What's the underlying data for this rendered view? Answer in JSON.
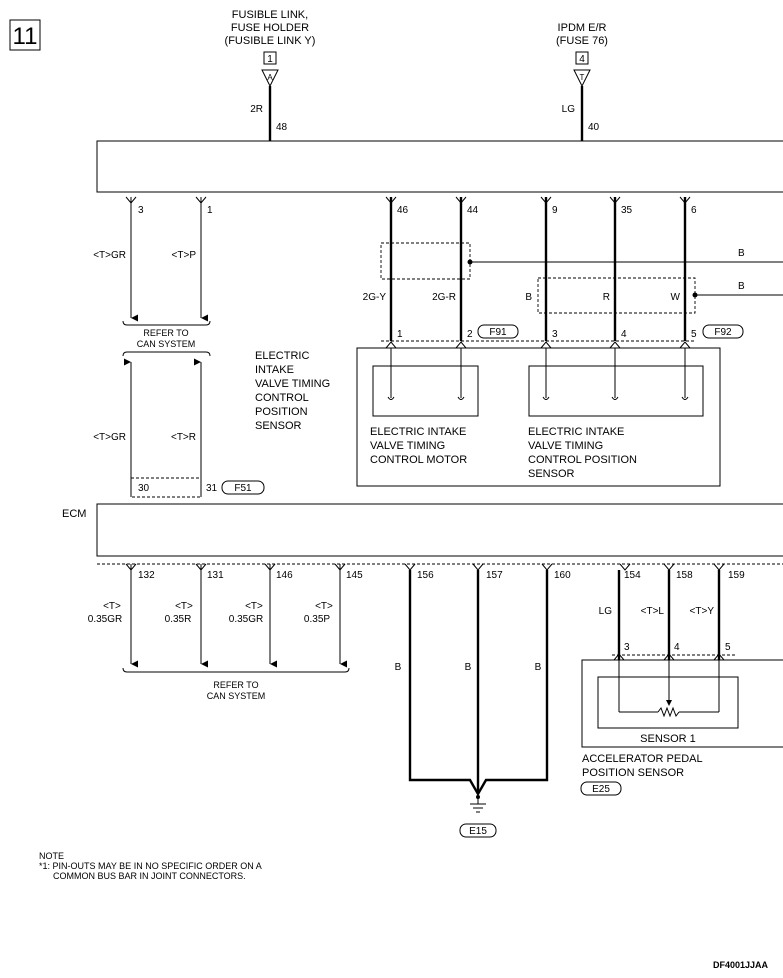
{
  "page_number": "11",
  "top_sources": [
    {
      "lines": [
        "FUSIBLE LINK,",
        "FUSE HOLDER",
        "(FUSIBLE LINK Y)"
      ],
      "box_no": "1",
      "letter": "A",
      "wire": "2R",
      "pin": "48"
    },
    {
      "lines": [
        "IPDM E/R",
        "(FUSE 76)"
      ],
      "box_no": "4",
      "letter": "T",
      "wire": "LG",
      "pin": "40"
    }
  ],
  "ecm_label": "ECM",
  "upper_pins": {
    "can": [
      {
        "pin": "3",
        "wire": "<T>GR"
      },
      {
        "pin": "1",
        "wire": "<T>P"
      }
    ],
    "motor": [
      {
        "pin": "46",
        "wire": "2G-Y",
        "term": "1"
      },
      {
        "pin": "44",
        "wire": "2G-R",
        "term": "2"
      }
    ],
    "sensor": [
      {
        "pin": "9",
        "wire": "B",
        "term": "3"
      },
      {
        "pin": "35",
        "wire": "R",
        "term": "4"
      },
      {
        "pin": "6",
        "wire": "W",
        "term": "5"
      }
    ],
    "shield_wires": [
      "B",
      "B"
    ]
  },
  "connectors": {
    "f91": "F91",
    "f92": "F92",
    "f51": "F51",
    "e25": "E25",
    "e15": "E15"
  },
  "refer_label": [
    "REFER TO",
    "CAN SYSTEM"
  ],
  "lower_can": [
    {
      "pin": "30",
      "wire": "<T>GR"
    },
    {
      "pin": "31",
      "wire": "<T>R"
    }
  ],
  "component_title": [
    "ELECTRIC",
    "INTAKE",
    "VALVE TIMING",
    "CONTROL",
    "POSITION",
    "SENSOR"
  ],
  "motor_label": [
    "ELECTRIC INTAKE",
    "VALVE TIMING",
    "CONTROL MOTOR"
  ],
  "sensor_label": [
    "ELECTRIC INTAKE",
    "VALVE TIMING",
    "CONTROL POSITION",
    "SENSOR"
  ],
  "bottom_can": [
    {
      "pin": "132",
      "wire_top": "<T>",
      "wire": "0.35GR"
    },
    {
      "pin": "131",
      "wire_top": "<T>",
      "wire": "0.35R"
    },
    {
      "pin": "146",
      "wire_top": "<T>",
      "wire": "0.35GR"
    },
    {
      "pin": "145",
      "wire_top": "<T>",
      "wire": "0.35P"
    }
  ],
  "ground_pins": [
    {
      "pin": "156",
      "wire": "B"
    },
    {
      "pin": "157",
      "wire": "B"
    },
    {
      "pin": "160",
      "wire": "B"
    }
  ],
  "app_pins": [
    {
      "pin": "154",
      "wire": "LG",
      "term": "3"
    },
    {
      "pin": "158",
      "wire": "<T>L",
      "term": "4"
    },
    {
      "pin": "159",
      "wire": "<T>Y",
      "term": "5"
    }
  ],
  "sensor1_label": "SENSOR 1",
  "app_label": [
    "ACCELERATOR PEDAL",
    "POSITION SENSOR"
  ],
  "note": [
    "NOTE",
    "*1: PIN-OUTS MAY BE IN NO SPECIFIC ORDER ON A",
    "COMMON BUS BAR IN JOINT CONNECTORS."
  ],
  "figure_code": "DF4001JJAA"
}
